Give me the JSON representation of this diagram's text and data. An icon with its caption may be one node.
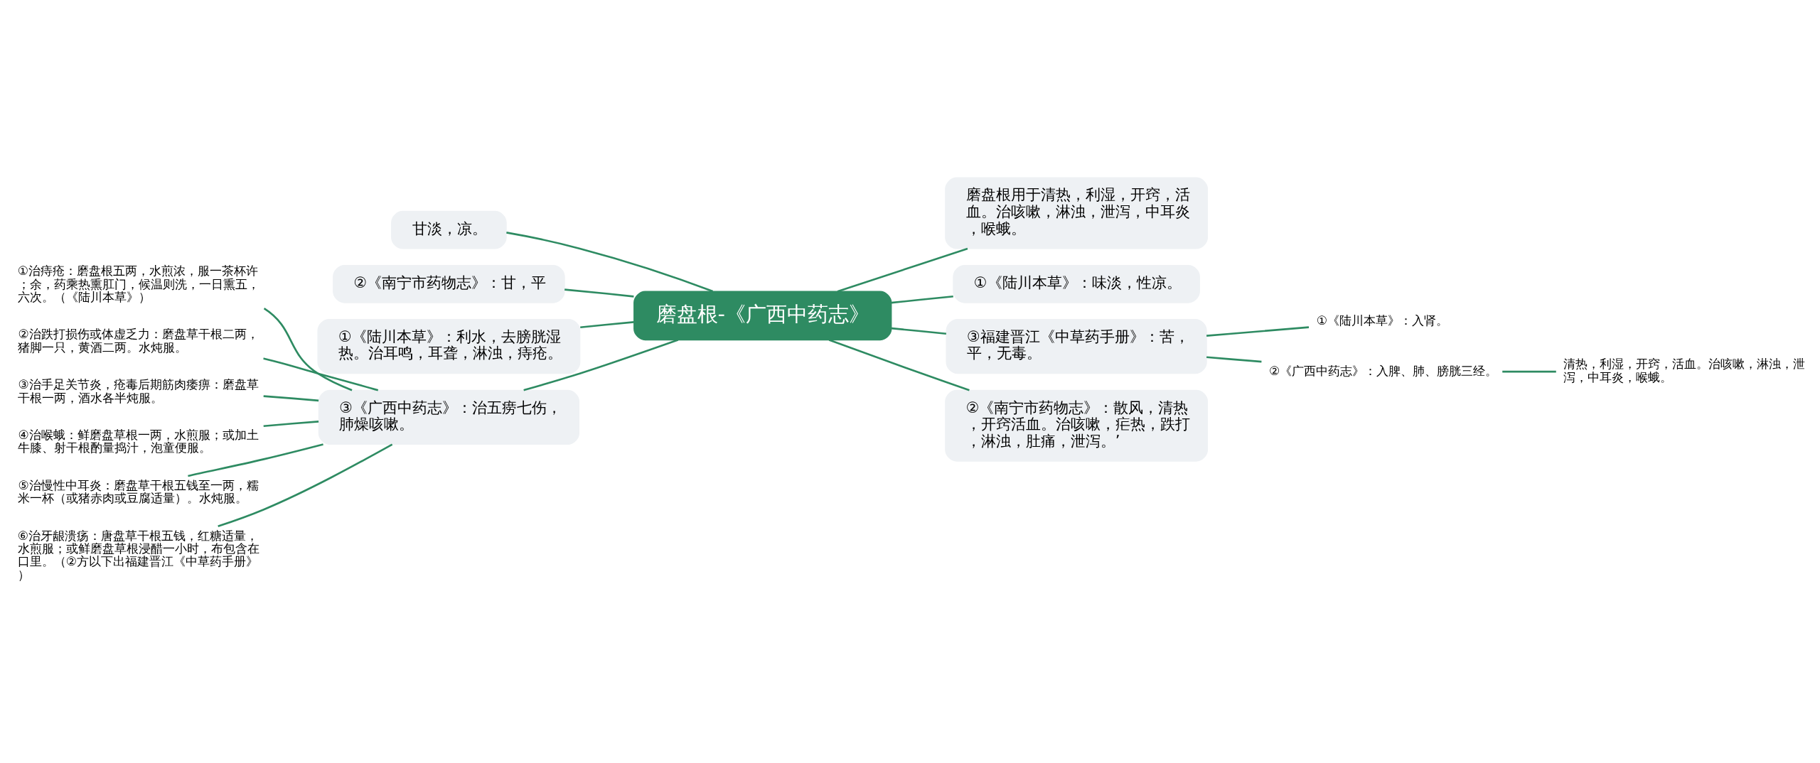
{
  "diagram": {
    "nodes": [
      {
        "text": [
          "磨盘根-《广西中药志》"
        ]
      },
      {
        "text": [
          "甘淡，凉。"
        ]
      },
      {
        "text": [
          "②《南宁市药物志》：甘，平"
        ]
      },
      {
        "text": [
          "①《陆川本草》：利水，去膀胱湿热。治耳鸣，耳聋，淋浊，痔疮。"
        ]
      },
      {
        "text": [
          "③《广西中药志》：治五痨七伤，肺燥咳嗽。"
        ]
      },
      {
        "text": [
          "①治痔疮：磨盘根五两，水煎浓，服一茶杯许；余，药乘热熏肛门，候温则洗，一日熏五，六次。（《陆川本草》）"
        ]
      },
      {
        "text": [
          "②治跌打损伤或体虚乏力：磨盘草干根二两，猪脚一只，黄酒二两。水炖服。"
        ]
      },
      {
        "text": [
          "③治手足关节炎，疮毒后期筋肉痿痹：磨盘草干根一两，酒水各半炖服。"
        ]
      },
      {
        "text": [
          "④治喉蛾：鲜磨盘草根一两，水煎服；或加土牛膝、射干根酌量捣汁，泡童便服。"
        ]
      },
      {
        "text": [
          "⑤治慢性中耳炎：磨盘草干根五钱至一两，糯米一杯（或猪赤肉或豆腐适量）。水炖服。"
        ]
      },
      {
        "text": [
          "⑥治牙龈溃疡：唐盘草干根五钱，红糖适量，水煎服；或鲜磨盘草根浸醋一小时，布包含在口里。（②方以下出福建晋江《中草药手册》）"
        ]
      },
      {
        "text": [
          "磨盘根用于清热，利湿，开窍，活血。治咳嗽，淋浊，泄泻，中耳炎，喉蛾。"
        ]
      },
      {
        "text": [
          "①《陆川本草》：味淡，性凉。"
        ]
      },
      {
        "text": [
          "③福建晋江《中草药手册》：苦，平，无毒。"
        ]
      },
      {
        "text": [
          "①《陆川本草》：入肾。"
        ]
      },
      {
        "text": [
          "②《广西中药志》：入脾、肺、膀胱三经。"
        ]
      },
      {
        "text": [
          "清热，利湿，开窍，活血。治咳嗽，淋浊，泄泻，中耳炎，喉蛾。"
        ]
      },
      {
        "text": [
          "②《南宁市药物志》：散风，清热，开窍活血。治咳嗽，疟热，跌打，淋浊，肚痛，泄泻。’"
        ]
      }
    ],
    "edges": [
      {
        "from": 0,
        "to": 1,
        "arrow": "none"
      },
      {
        "from": 0,
        "to": 2,
        "arrow": "none"
      },
      {
        "from": 0,
        "to": 3,
        "arrow": "none"
      },
      {
        "from": 0,
        "to": 4,
        "arrow": "none"
      },
      {
        "from": 4,
        "to": 5,
        "arrow": "none"
      },
      {
        "from": 4,
        "to": 6,
        "arrow": "none"
      },
      {
        "from": 4,
        "to": 7,
        "arrow": "none"
      },
      {
        "from": 4,
        "to": 8,
        "arrow": "none"
      },
      {
        "from": 4,
        "to": 9,
        "arrow": "none"
      },
      {
        "from": 4,
        "to": 10,
        "arrow": "none"
      },
      {
        "from": 0,
        "to": 11,
        "arrow": "none"
      },
      {
        "from": 0,
        "to": 12,
        "arrow": "none"
      },
      {
        "from": 0,
        "to": 13,
        "arrow": "none"
      },
      {
        "from": 13,
        "to": 14,
        "arrow": "none"
      },
      {
        "from": 13,
        "to": 15,
        "arrow": "none"
      },
      {
        "from": 15,
        "to": 16,
        "arrow": "none"
      },
      {
        "from": 0,
        "to": 17,
        "arrow": "none"
      }
    ]
  }
}
